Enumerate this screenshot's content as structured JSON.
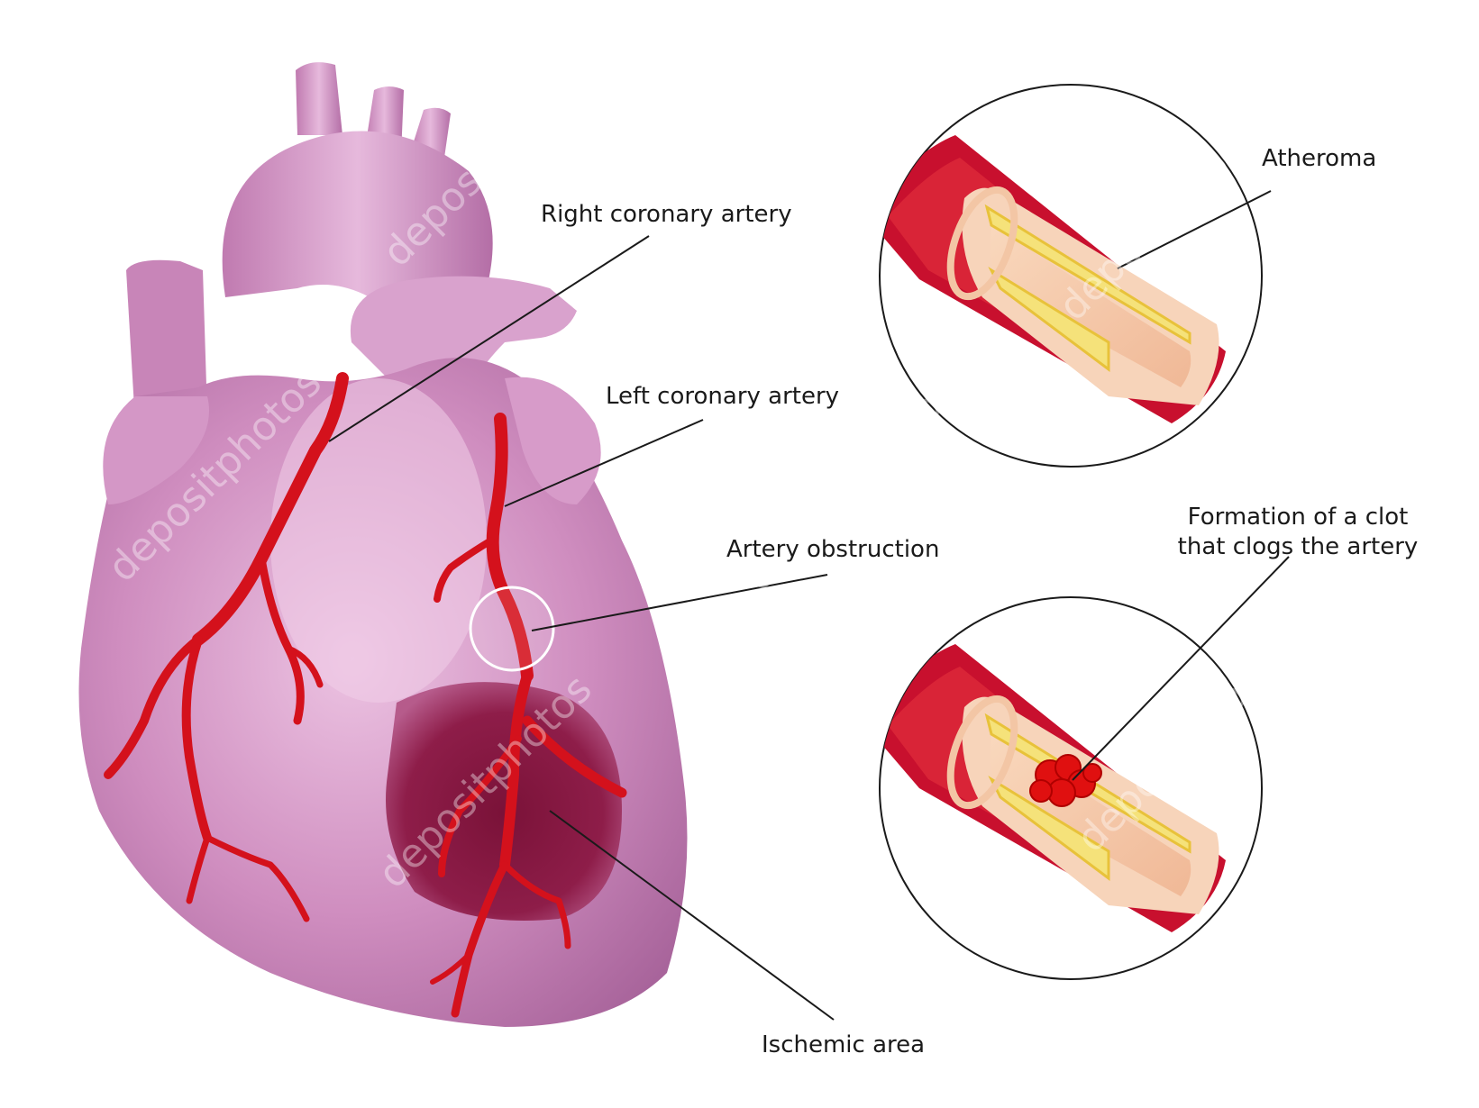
{
  "labels": {
    "right_coronary": "Right coronary artery",
    "left_coronary": "Left coronary artery",
    "artery_obstruction": "Artery obstruction",
    "ischemic_area": "Ischemic area",
    "atheroma": "Atheroma",
    "clot": "Formation of a clot\nthat clogs the artery"
  },
  "watermark": "depositphotos",
  "colors": {
    "heart": "#c97fb6",
    "heart_light": "#e4b5da",
    "heart_dark": "#9a5a8c",
    "artery": "#d4111c",
    "ischemic": "#8c1b45",
    "vessel_wall": "#c8102e",
    "vessel_lumen": "#f6c9a7",
    "plaque": "#f5e27a",
    "clot": "#e01010"
  }
}
